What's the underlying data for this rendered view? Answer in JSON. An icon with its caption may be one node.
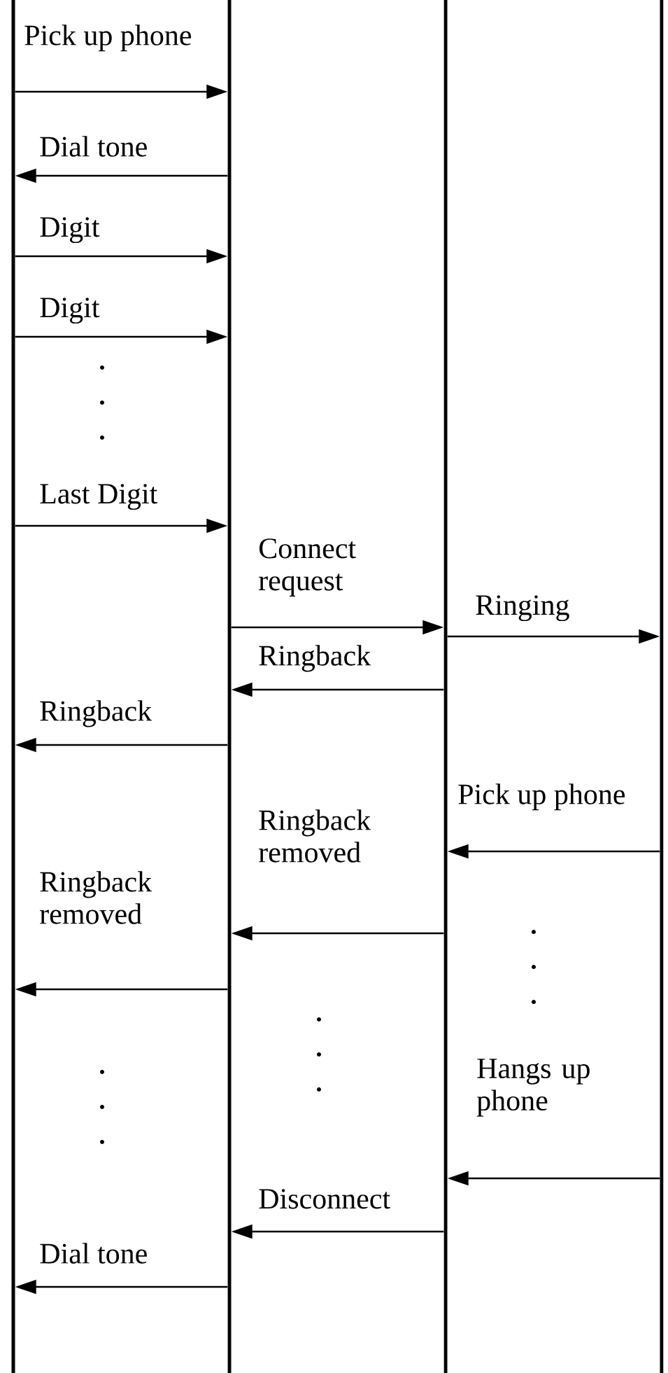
{
  "diagram": {
    "nodes": [
      {
        "text": [],
        "shape": "bar"
      },
      {
        "text": [],
        "shape": "bar"
      },
      {
        "text": [],
        "shape": "bar"
      },
      {
        "text": [],
        "shape": "bar"
      }
    ],
    "edges": [
      {
        "from": 0,
        "to": 1,
        "arrow": "to",
        "label": "Pick up phone"
      },
      {
        "from": 1,
        "to": 0,
        "arrow": "to",
        "label": "Dial tone"
      },
      {
        "from": 0,
        "to": 1,
        "arrow": "to",
        "label": "Digit"
      },
      {
        "from": 0,
        "to": 1,
        "arrow": "to",
        "label": "Digit"
      },
      {
        "from": 0,
        "to": 1,
        "arrow": "to",
        "label": "Last Digit"
      },
      {
        "from": 1,
        "to": 2,
        "arrow": "to",
        "label": "Connect request"
      },
      {
        "from": 2,
        "to": 3,
        "arrow": "to",
        "label": "Ringing"
      },
      {
        "from": 2,
        "to": 1,
        "arrow": "to",
        "label": "Ringback"
      },
      {
        "from": 1,
        "to": 0,
        "arrow": "to",
        "label": "Ringback"
      },
      {
        "from": 3,
        "to": 2,
        "arrow": "to",
        "label": "Pick up phone"
      },
      {
        "from": 2,
        "to": 1,
        "arrow": "to",
        "label": "Ringback removed"
      },
      {
        "from": 1,
        "to": 0,
        "arrow": "to",
        "label": "Ringback removed"
      },
      {
        "from": 3,
        "to": 2,
        "arrow": "to",
        "label": "Hangs up phone"
      },
      {
        "from": 2,
        "to": 1,
        "arrow": "to",
        "label": "Disconnect"
      },
      {
        "from": 1,
        "to": 0,
        "arrow": "to",
        "label": "Dial tone"
      }
    ]
  }
}
